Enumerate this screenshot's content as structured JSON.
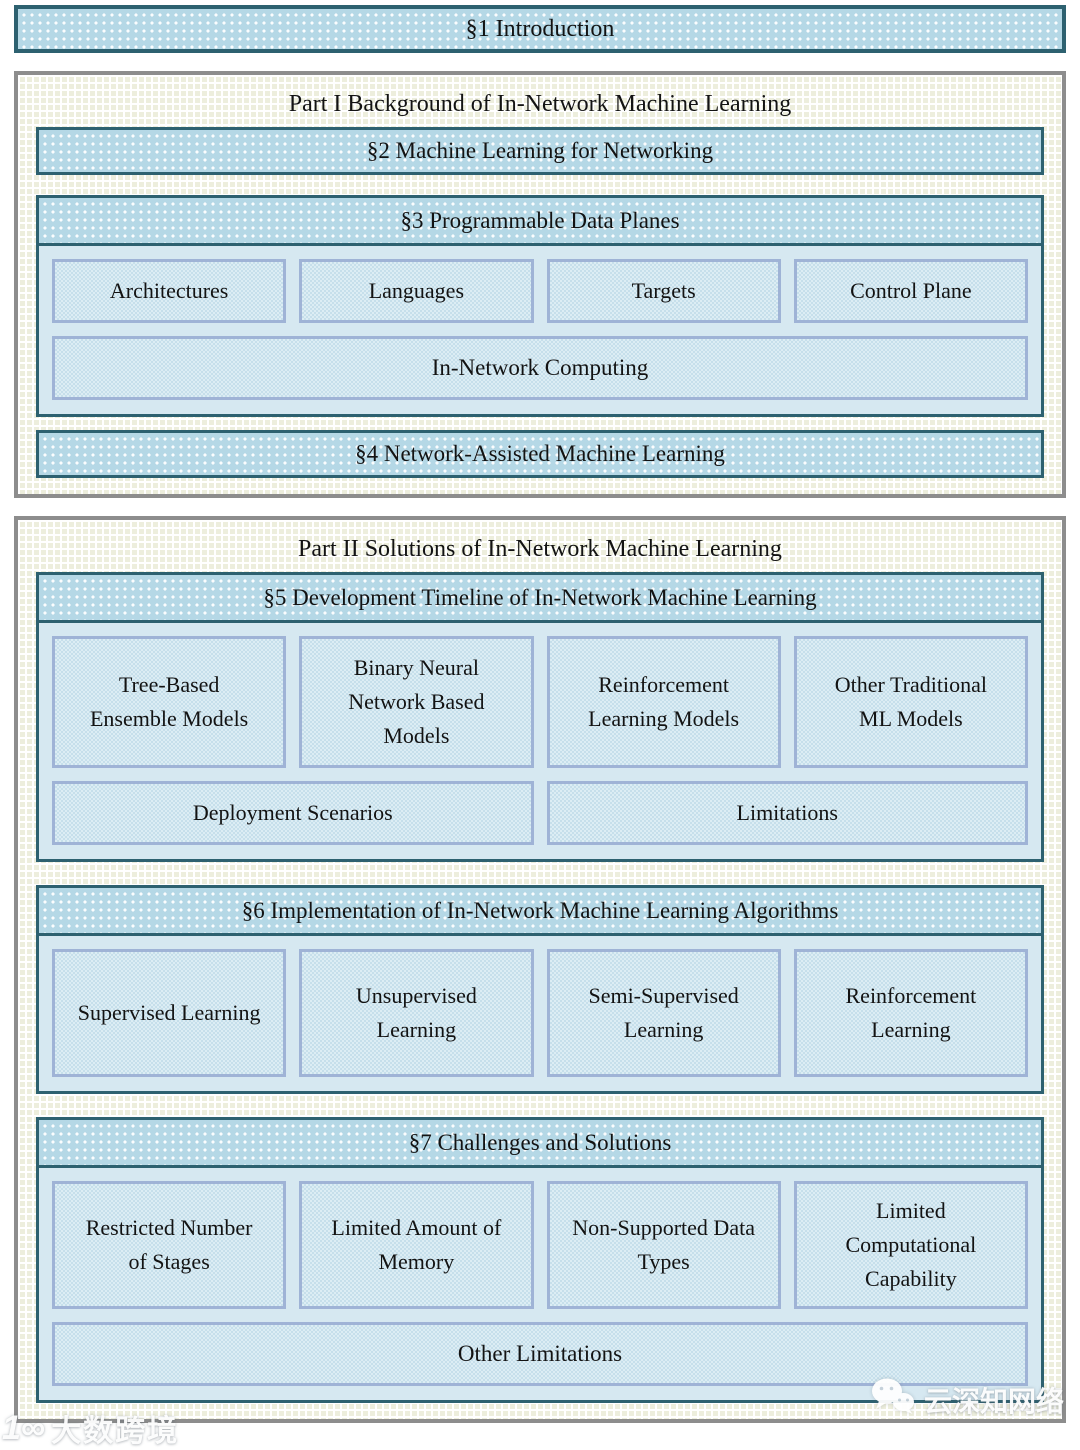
{
  "intro": {
    "label": "§1 Introduction"
  },
  "part1": {
    "title": "Part I Background of In-Network Machine Learning",
    "s2": {
      "header": "§2 Machine Learning for Networking"
    },
    "s3": {
      "header": "§3 Programmable Data Planes",
      "row": [
        "Architectures",
        "Languages",
        "Targets",
        "Control Plane"
      ],
      "wide": "In-Network Computing"
    },
    "s4": {
      "header": "§4 Network-Assisted Machine Learning"
    }
  },
  "part2": {
    "title": "Part II Solutions of In-Network Machine Learning",
    "s5": {
      "header": "§5 Development Timeline of In-Network Machine Learning",
      "row": [
        "Tree-Based Ensemble Models",
        "Binary Neural Network Based Models",
        "Reinforcement Learning Models",
        "Other Traditional ML Models"
      ],
      "row2": [
        "Deployment Scenarios",
        "Limitations"
      ]
    },
    "s6": {
      "header": "§6 Implementation of In-Network Machine Learning Algorithms",
      "row": [
        "Supervised Learning",
        "Unsupervised Learning",
        "Semi-Supervised Learning",
        "Reinforcement Learning"
      ]
    },
    "s7": {
      "header": "§7 Challenges and Solutions",
      "row": [
        "Restricted Number of Stages",
        "Limited Amount of Memory",
        "Non-Supported Data Types",
        "Limited Computational Capability"
      ],
      "wide": "Other Limitations"
    }
  },
  "watermarks": {
    "left_logo": "1∞",
    "left_text": "大数跨境",
    "right_text": "云深知网络"
  },
  "colors": {
    "teal_border": "#2d6170",
    "gray_border": "#8d8d8d",
    "inner_border": "#9fb3d6",
    "dotted_fill": "#b5d8e6",
    "content_fill": "#d6e8f1",
    "grid_fill": "#edeedd"
  }
}
